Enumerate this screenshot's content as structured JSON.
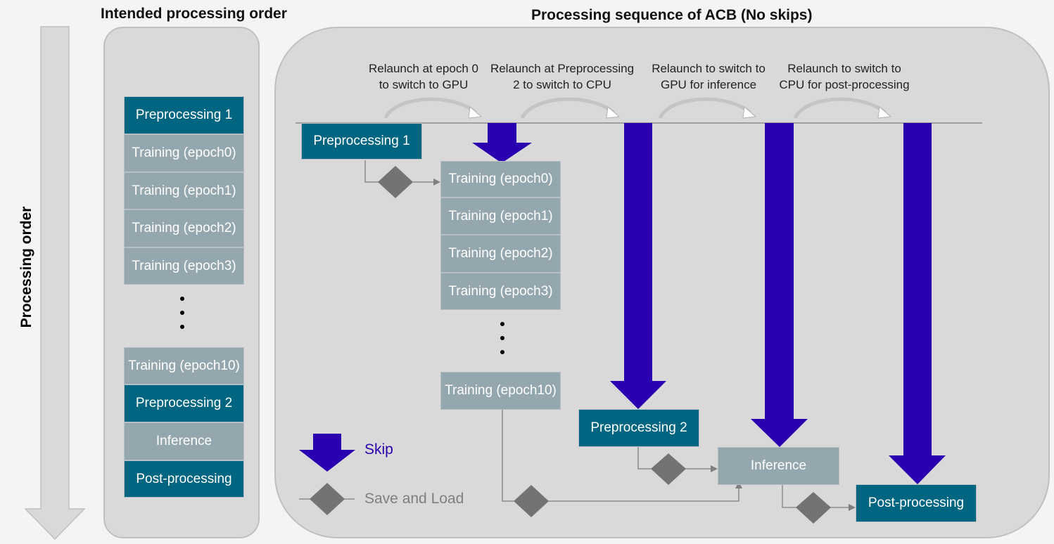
{
  "left": {
    "axis_label": "Processing order",
    "title": "Intended processing order",
    "steps": {
      "s1": "Preprocessing 1",
      "s2": "Training (epoch0)",
      "s3": "Training (epoch1)",
      "s4": "Training (epoch2)",
      "s5": "Training (epoch3)",
      "s6": "Training (epoch10)",
      "s7": "Preprocessing 2",
      "s8": "Inference",
      "s9": "Post-processing"
    }
  },
  "right": {
    "title": "Processing sequence of ACB (No skips)",
    "annotations": {
      "a1": "Relaunch at epoch 0\nto switch to GPU",
      "a2": "Relaunch at Preprocessing\n2 to switch to CPU",
      "a3": "Relaunch to switch to\nGPU for inference",
      "a4": "Relaunch to switch to\nCPU for post-processing"
    },
    "boxes": {
      "pre1": "Preprocessing 1",
      "e0": "Training (epoch0)",
      "e1": "Training (epoch1)",
      "e2": "Training (epoch2)",
      "e3": "Training (epoch3)",
      "e10": "Training (epoch10)",
      "pre2": "Preprocessing 2",
      "inf": "Inference",
      "post": "Post-processing"
    },
    "legend": {
      "skip": "Skip",
      "save_load": "Save and Load"
    }
  },
  "colors": {
    "teal": "#006581",
    "gray_box": "#95a7ae",
    "skip_arrow": "#2a00b0",
    "diamond": "#737373",
    "panel": "#d9d9d9"
  }
}
